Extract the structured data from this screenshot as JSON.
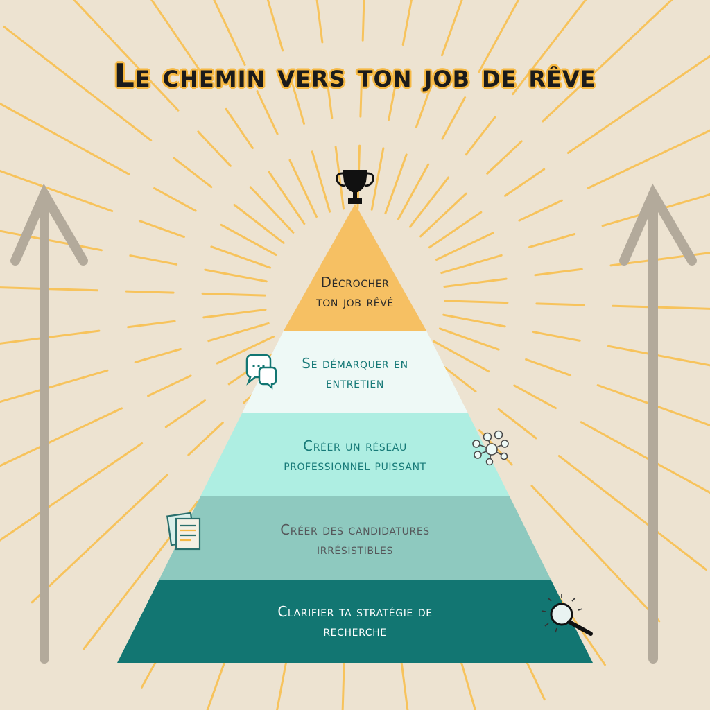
{
  "title": "Le chemin vers ton job de rêve",
  "levels": [
    {
      "line1": "Décrocher",
      "line2": "ton job rêvé",
      "color": "#f6c063",
      "text_color": "#2a2a2a",
      "icon": "trophy-icon"
    },
    {
      "line1": "Se démarquer en",
      "line2": "entretien",
      "color": "#eef9f6",
      "text_color": "#177a78",
      "icon": "chat-bubbles-icon"
    },
    {
      "line1": "Créer un réseau",
      "line2": "professionnel puissant",
      "color": "#aeeee2",
      "text_color": "#177a78",
      "icon": "network-icon"
    },
    {
      "line1": "Créer des candidatures",
      "line2": "irrésistibles",
      "color": "#8ec9bf",
      "text_color": "#55575a",
      "icon": "documents-icon"
    },
    {
      "line1": "Clarifier ta stratégie de",
      "line2": "recherche",
      "color": "#127672",
      "text_color": "#ffffff",
      "icon": "magnifier-icon"
    }
  ],
  "colors": {
    "background": "#ede3d1",
    "rays": "#f7c35c",
    "arrows": "#b3aa9b",
    "title_outline": "#f6b944"
  }
}
